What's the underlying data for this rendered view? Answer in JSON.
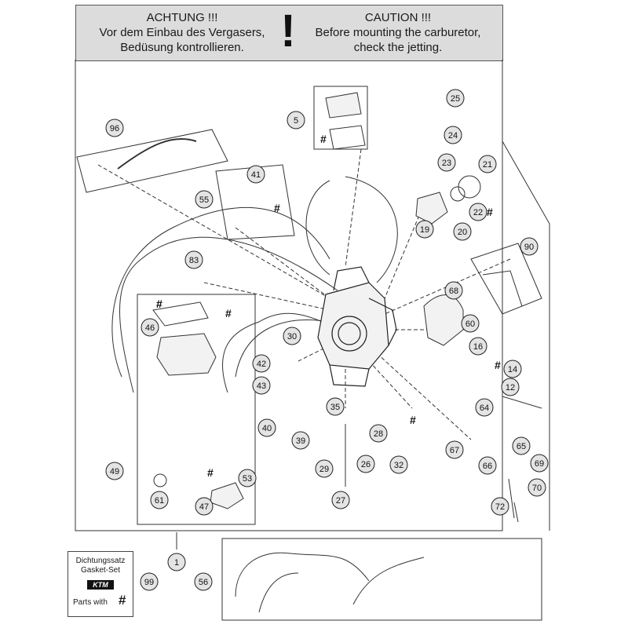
{
  "warning": {
    "de_title": "ACHTUNG !!!",
    "de_line1": "Vor dem Einbau des Vergasers,",
    "de_line2": "Bedüsung kontrollieren.",
    "symbol": "!",
    "en_title": "CAUTION !!!",
    "en_line1": "Before mounting the carburetor,",
    "en_line2": "check the jetting."
  },
  "legend": {
    "line1": "Dichtungssatz",
    "line2": "Gasket-Set",
    "logo": "KTM",
    "line3": "Parts with",
    "hash": "#"
  },
  "hash_mark": "#",
  "callouts": [
    "1",
    "5",
    "12",
    "14",
    "16",
    "19",
    "20",
    "21",
    "22",
    "23",
    "24",
    "25",
    "26",
    "27",
    "28",
    "29",
    "30",
    "32",
    "35",
    "39",
    "40",
    "41",
    "42",
    "43",
    "46",
    "47",
    "49",
    "53",
    "55",
    "56",
    "60",
    "61",
    "64",
    "65",
    "66",
    "67",
    "68",
    "69",
    "70",
    "72",
    "83",
    "90",
    "96",
    "99"
  ],
  "colors": {
    "line": "#333333",
    "warning_bg": "#dcdcdc",
    "callout_fill": "#e4e4e4"
  }
}
